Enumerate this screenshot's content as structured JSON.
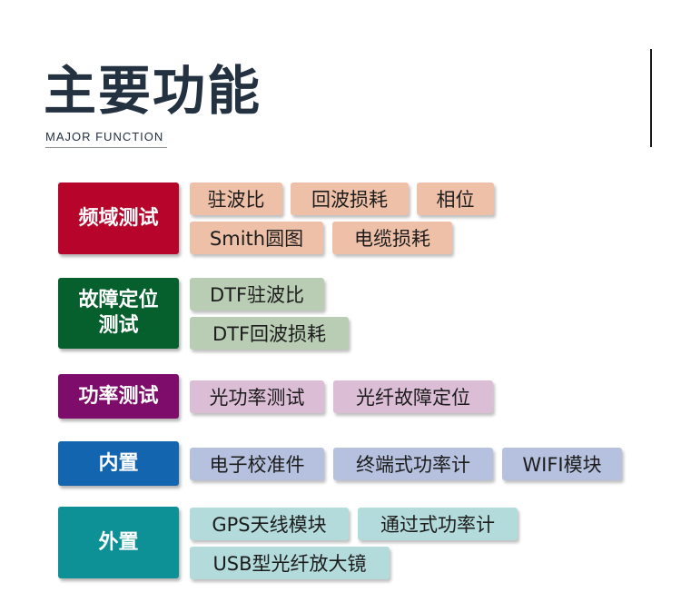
{
  "header": {
    "title": "主要功能",
    "subtitle": "MAJOR FUNCTION"
  },
  "colors": {
    "title": "#233140",
    "freq_cat": "#b6042b",
    "freq_tag": "#efc0a8",
    "dtf_cat": "#06602e",
    "dtf_tag": "#b8cdb4",
    "power_cat": "#7d0c6a",
    "power_tag": "#dcbdd6",
    "builtin_cat": "#1465b0",
    "builtin_tag": "#b5c1df",
    "external_cat": "#0e9196",
    "external_tag": "#b3dbdc"
  },
  "sections": {
    "freq": {
      "label": "频域测试",
      "tags": [
        "驻波比",
        "回波损耗",
        "相位",
        "Smith圆图",
        "电缆损耗"
      ]
    },
    "dtf": {
      "label_line1": "故障定位",
      "label_line2": "测试",
      "tags": [
        "DTF驻波比",
        "DTF回波损耗"
      ]
    },
    "power": {
      "label": "功率测试",
      "tags": [
        "光功率测试",
        "光纤故障定位"
      ]
    },
    "builtin": {
      "label": "内置",
      "tags": [
        "电子校准件",
        "终端式功率计",
        "WIFI模块"
      ]
    },
    "external": {
      "label": "外置",
      "tags": [
        "GPS天线模块",
        "通过式功率计",
        "USB型光纤放大镜"
      ]
    }
  }
}
